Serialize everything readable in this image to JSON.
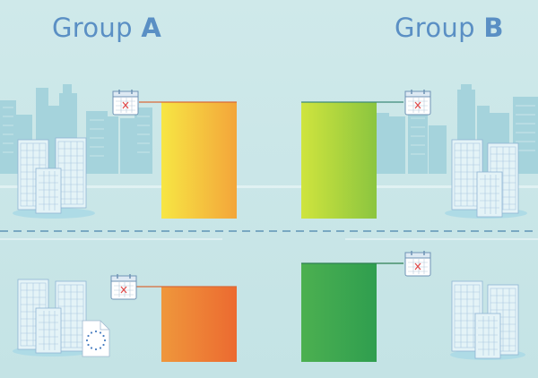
{
  "groups": [
    {
      "prefix": "Group ",
      "letter": "A"
    },
    {
      "prefix": "Group ",
      "letter": "B"
    }
  ],
  "palette": {
    "background": "#c9e6e8",
    "title": "#5a8fc4",
    "divider": "#5f93b6",
    "skyline": "#9fd1da",
    "building": "#dff0f5",
    "building_line": "#8cb3d3"
  },
  "bars": [
    {
      "id": "a-top",
      "gradient": [
        "#f7e644",
        "#f3a53a"
      ]
    },
    {
      "id": "b-top",
      "gradient": [
        "#cfe43e",
        "#8bc53f"
      ]
    },
    {
      "id": "a-bottom",
      "gradient": [
        "#ef973c",
        "#ec6a30"
      ]
    },
    {
      "id": "b-bottom",
      "gradient": [
        "#4cb050",
        "#2f9e4f"
      ]
    }
  ],
  "icons": [
    "calendar-icon",
    "calendar-icon",
    "calendar-icon",
    "calendar-icon",
    "eu-document-icon"
  ]
}
